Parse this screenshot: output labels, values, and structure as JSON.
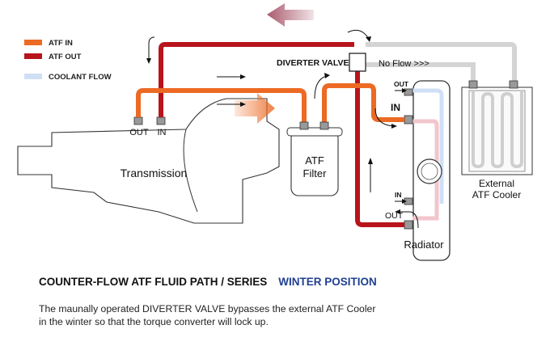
{
  "legend": {
    "atf_in": "ATF IN",
    "atf_out": "ATF OUT",
    "coolant_flow": "COOLANT FLOW"
  },
  "colors": {
    "atf_in": "#ec6a24",
    "atf_out": "#b8141c",
    "coolant_flow": "#cfe0f6",
    "coolant_pink": "#f2c6cc",
    "no_flow_line": "#d4d4d4",
    "title_accent": "#1f3f8f"
  },
  "labels": {
    "diverter_valve": "DIVERTER VALVE",
    "no_flow": "No Flow >>>",
    "transmission": "Transmission",
    "trans_out": "OUT",
    "trans_in": "IN",
    "atf_filter_line1": "ATF",
    "atf_filter_line2": "Filter",
    "radiator": "Radiator",
    "rad_out_top": "OUT",
    "rad_in_top": "IN",
    "rad_in_bottom": "IN",
    "rad_out_bottom": "OUT",
    "cooler_line1": "External",
    "cooler_line2": "ATF Cooler"
  },
  "caption": {
    "title": "COUNTER-FLOW ATF FLUID PATH / SERIES",
    "position": "WINTER POSITION",
    "body_line1": "The maunally operated DIVERTER VALVE bypasses the external ATF Cooler",
    "body_line2": "in the winter so that the torque converter will lock up."
  }
}
